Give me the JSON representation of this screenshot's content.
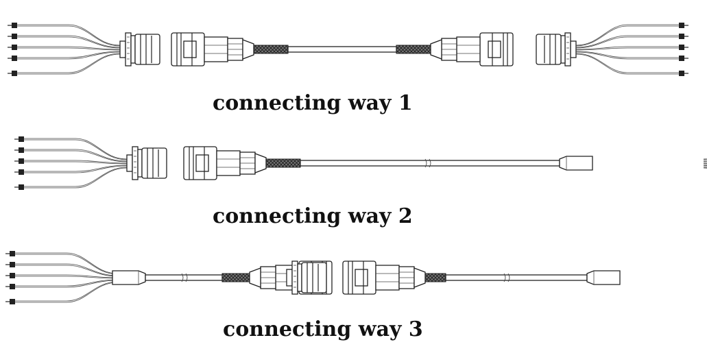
{
  "colors": {
    "line": "#222222",
    "braid": "#333333",
    "background": "#ffffff"
  },
  "rows": [
    {
      "caption": "connecting way 1"
    },
    {
      "caption": "connecting way 2"
    },
    {
      "caption": "connecting way 3"
    }
  ]
}
